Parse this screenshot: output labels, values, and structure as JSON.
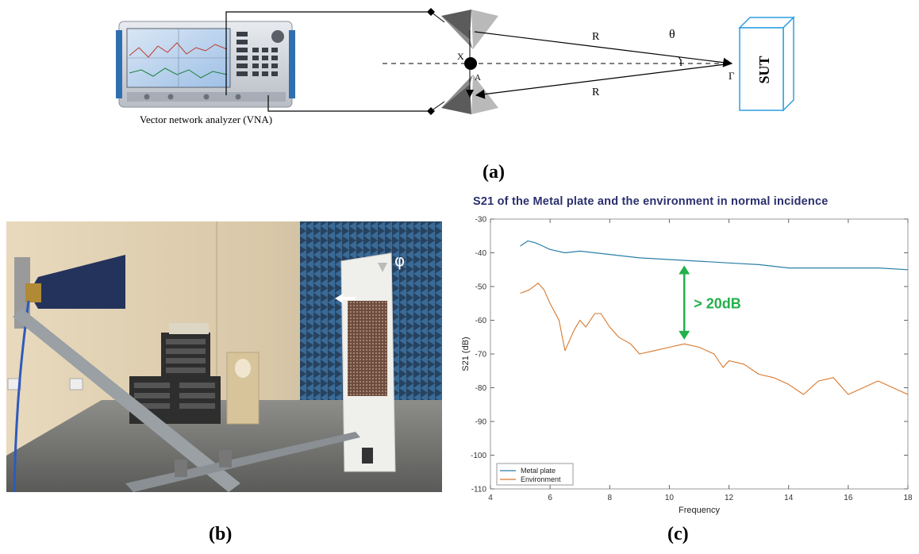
{
  "panel_a": {
    "label": "(a)",
    "vna_caption": "Vector network analyzer (VNA)",
    "symbols": {
      "R_top": "R",
      "R_bottom": "R",
      "theta": "θ",
      "X": "X",
      "A": "A",
      "I": "I",
      "gamma": "Γ"
    },
    "sut_label": "SUT"
  },
  "panel_b": {
    "label": "(b)",
    "phi": "φ"
  },
  "panel_c": {
    "label": "(c)",
    "annotation": "> 20dB"
  },
  "chart_data": {
    "type": "line",
    "title": "S21 of the Metal plate and the environment in normal incidence",
    "xlabel": "Frequency",
    "ylabel": "S21 (dB)",
    "xlim": [
      4,
      18
    ],
    "ylim": [
      -110,
      -30
    ],
    "xticks": [
      4,
      6,
      8,
      10,
      12,
      14,
      16,
      18
    ],
    "yticks": [
      -110,
      -100,
      -90,
      -80,
      -70,
      -60,
      -50,
      -40,
      -30
    ],
    "legend_position": "bottom-left",
    "grid": false,
    "series": [
      {
        "name": "Metal plate",
        "color": "#2a7fa8",
        "x": [
          5.0,
          5.25,
          5.5,
          5.75,
          6.0,
          6.5,
          7.0,
          7.5,
          8.0,
          9.0,
          10.0,
          11.0,
          12.0,
          13.0,
          14.0,
          15.0,
          16.0,
          17.0,
          18.0
        ],
        "values": [
          -38,
          -36.5,
          -37,
          -38,
          -39,
          -40,
          -39.5,
          -40,
          -40.5,
          -41.5,
          -42,
          -42.5,
          -43,
          -43.5,
          -44.5,
          -44.5,
          -44.5,
          -44.5,
          -45
        ]
      },
      {
        "name": "Environment",
        "color": "#d9772b",
        "x": [
          5.0,
          5.3,
          5.6,
          5.8,
          6.0,
          6.3,
          6.5,
          6.8,
          7.0,
          7.2,
          7.5,
          7.7,
          8.0,
          8.3,
          8.7,
          9.0,
          9.5,
          10.0,
          10.5,
          11.0,
          11.5,
          11.8,
          12.0,
          12.5,
          13.0,
          13.5,
          14.0,
          14.5,
          15.0,
          15.5,
          16.0,
          16.5,
          17.0,
          17.5,
          18.0
        ],
        "values": [
          -52,
          -51,
          -49,
          -51,
          -55,
          -60,
          -69,
          -63,
          -60,
          -62,
          -58,
          -58,
          -62,
          -65,
          -67,
          -70,
          -69,
          -68,
          -67,
          -68,
          -70,
          -74,
          -72,
          -73,
          -76,
          -77,
          -79,
          -82,
          -78,
          -77,
          -82,
          -80,
          -78,
          -80,
          -82
        ]
      }
    ]
  }
}
